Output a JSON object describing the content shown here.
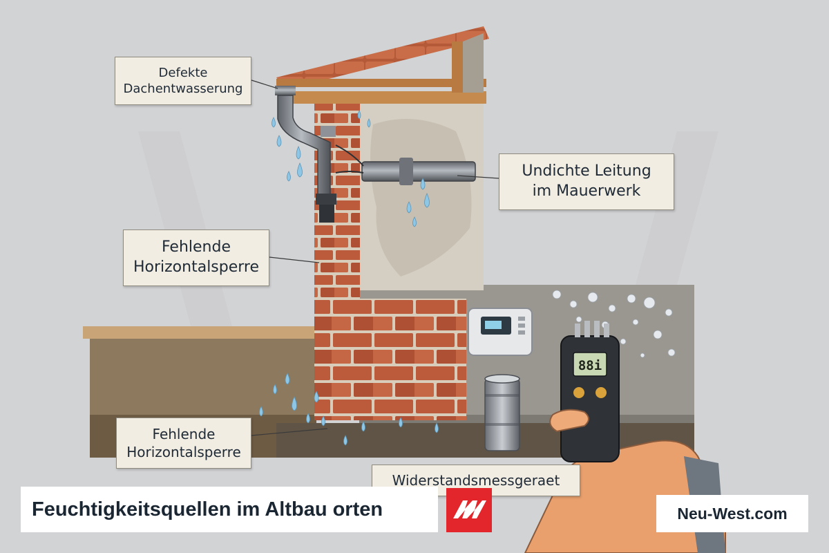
{
  "labels": {
    "roof_drainage": [
      "Defekte",
      "Dachentwasserung"
    ],
    "leaking_pipe": [
      "Undichte Leitung",
      "im Mauerwerk"
    ],
    "horizontal_barrier_upper": [
      "Fehlende",
      "Horizontalsperre"
    ],
    "horizontal_barrier_lower": [
      "Fehlende",
      "Horizontalsperre"
    ],
    "resistance_meter": "Widerstandsmessgeraet"
  },
  "meter": {
    "display_reading": "88i"
  },
  "footer": {
    "title": "Feuchtigkeitsquellen im Altbau orten",
    "logo_icon": "nw-logo-icon",
    "site": "Neu-West.com"
  },
  "colors": {
    "brick": "#b85a3a",
    "mortar": "#d8cdbb",
    "plaster": "#cfcabe",
    "callout_bg": "#f1ede2",
    "logo_red": "#e2262b",
    "water": "#8ec6e6"
  }
}
